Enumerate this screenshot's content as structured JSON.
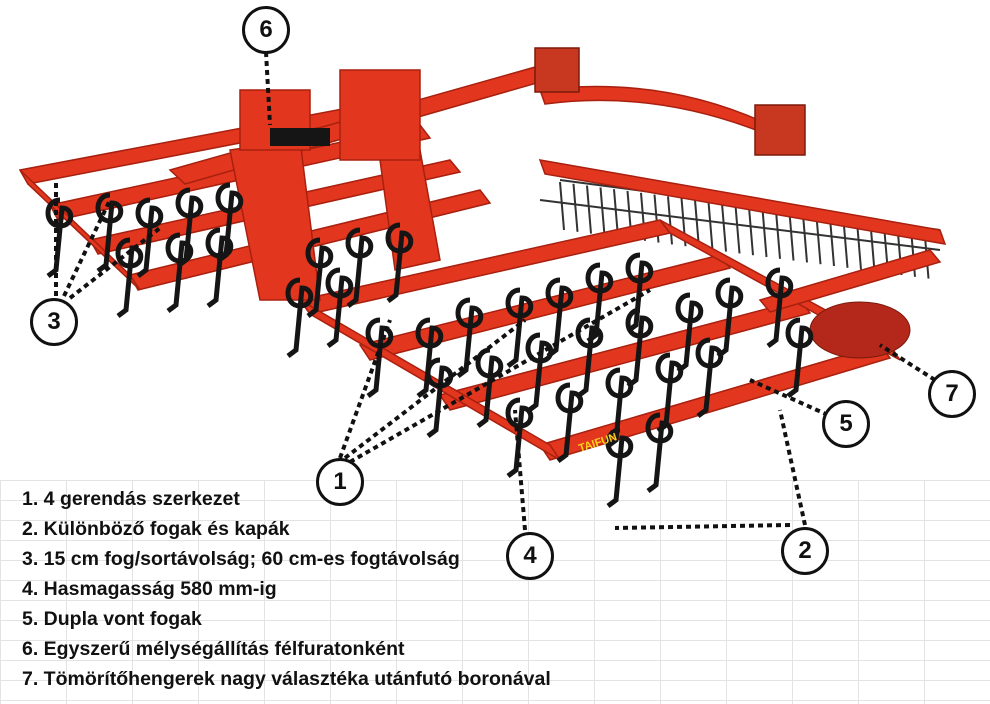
{
  "colors": {
    "frame": "#e2361e",
    "frame_dark": "#a8200f",
    "tine": "#151515",
    "background": "#ffffff"
  },
  "machine": {
    "brand_label": "TAIFUN"
  },
  "callouts": [
    "1",
    "2",
    "3",
    "4",
    "5",
    "6",
    "7"
  ],
  "legend": [
    "1. 4 gerendás szerkezet",
    "2. Különböző fogak és kapák",
    "3. 15 cm fog/sortávolság; 60 cm-es fogtávolság",
    "4. Hasmagasság 580 mm-ig",
    "5. Dupla vont fogak",
    "6. Egyszerű mélységállítás félfuratonként",
    "7. Tömörítőhengerek nagy választéka utánfutó boronával"
  ]
}
